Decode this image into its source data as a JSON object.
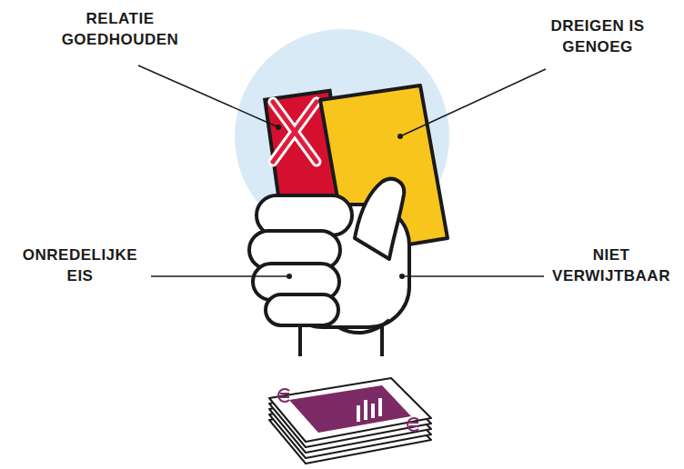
{
  "diagram": {
    "labels": [
      "RELATIE GOEDHOUDEN",
      "DREIGEN IS GENOEG",
      "ONREDELIJKE EIS",
      "NIET VERWIJTBAAR"
    ]
  }
}
